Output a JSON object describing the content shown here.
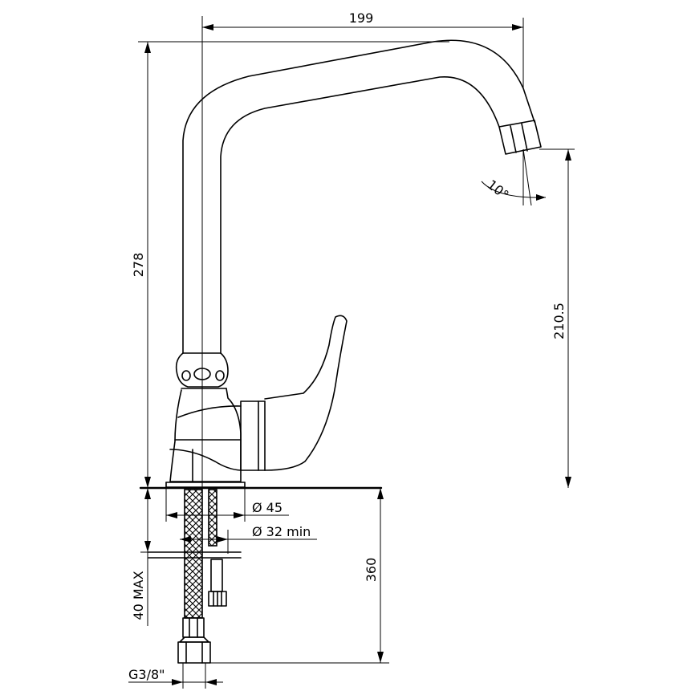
{
  "dimensions": {
    "width_top": "199",
    "height_total": "278",
    "spout_height": "210.5",
    "spout_angle": "10°",
    "base_diameter": "Ø 45",
    "hole_diameter": "Ø 32 min",
    "deck_thickness": "40 MAX",
    "hose_length": "360",
    "thread": "G3/8\""
  }
}
